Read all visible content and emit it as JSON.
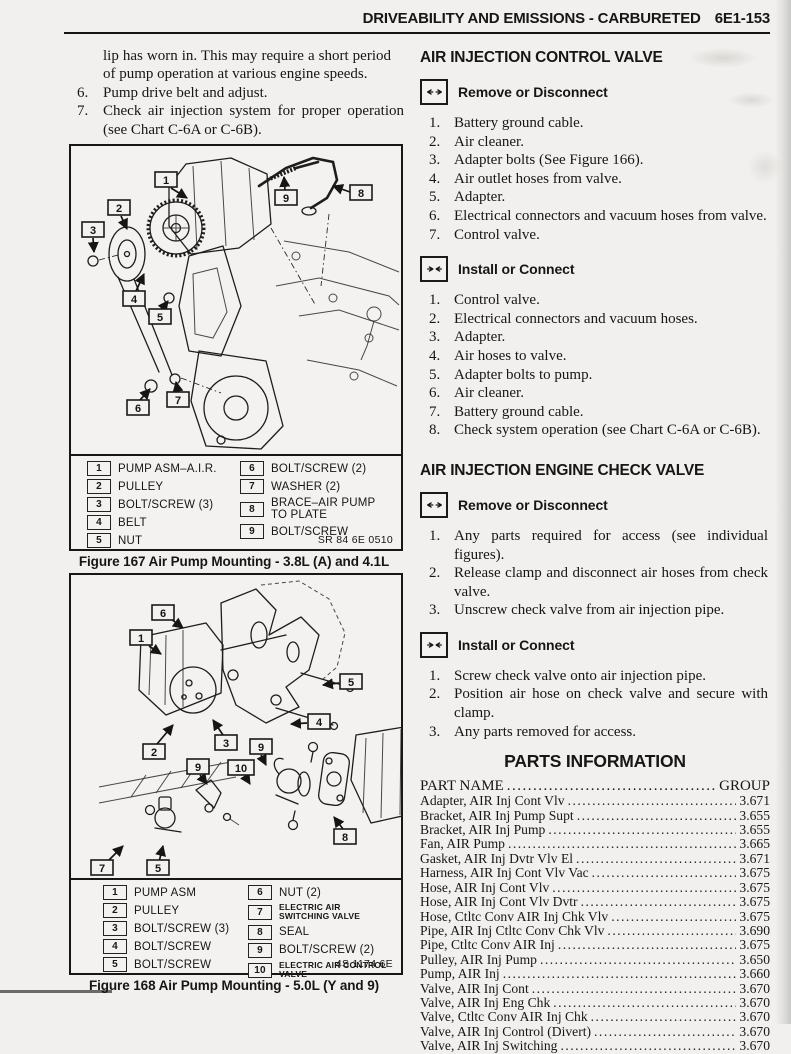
{
  "header": {
    "title": "DRIVEABILITY AND EMISSIONS - CARBURETED",
    "page_number": "6E1-153"
  },
  "left_column": {
    "intro": "lip has worn in. This may require a short period of pump operation at various engine speeds.",
    "steps": [
      {
        "num": "6.",
        "text": "Pump drive belt and adjust."
      },
      {
        "num": "7.",
        "text": "Check air injection system for proper operation (see Chart C-6A or C-6B)."
      }
    ]
  },
  "figure167": {
    "callout_boxes": [
      "1",
      "2",
      "3",
      "9",
      "8",
      "4",
      "5",
      "6",
      "7"
    ],
    "legend_left": [
      {
        "n": "1",
        "label": "PUMP ASM–A.I.R."
      },
      {
        "n": "2",
        "label": "PULLEY"
      },
      {
        "n": "3",
        "label": "BOLT/SCREW (3)"
      },
      {
        "n": "4",
        "label": "BELT"
      },
      {
        "n": "5",
        "label": "NUT"
      }
    ],
    "legend_right": [
      {
        "n": "6",
        "label": "BOLT/SCREW (2)"
      },
      {
        "n": "7",
        "label": "WASHER (2)"
      },
      {
        "n": "8",
        "label": "BRACE–AIR PUMP TO PLATE"
      },
      {
        "n": "9",
        "label": "BOLT/SCREW"
      }
    ],
    "ref_code": "SR 84 6E 0510",
    "caption": "Figure 167 Air Pump Mounting - 3.8L (A) and 4.1L"
  },
  "figure168": {
    "callout_boxes": [
      "6",
      "1",
      "5",
      "4",
      "2",
      "3",
      "9",
      "10",
      "9",
      "8",
      "7",
      "5"
    ],
    "legend_left": [
      {
        "n": "1",
        "label": "PUMP ASM"
      },
      {
        "n": "2",
        "label": "PULLEY"
      },
      {
        "n": "3",
        "label": "BOLT/SCREW (3)"
      },
      {
        "n": "4",
        "label": "BOLT/SCREW"
      },
      {
        "n": "5",
        "label": "BOLT/SCREW"
      }
    ],
    "legend_right": [
      {
        "n": "6",
        "label": "NUT (2)"
      },
      {
        "n": "7",
        "label": "ELECTRIC AIR SWITCHING VALVE",
        "small": true
      },
      {
        "n": "8",
        "label": "SEAL"
      },
      {
        "n": "9",
        "label": "BOLT/SCREW (2)"
      },
      {
        "n": "10",
        "label": "ELECTRIC AIR CONTROL VALVE",
        "small": true
      }
    ],
    "ref_code": "4S 1174 6E",
    "caption": "Figure 168 Air Pump Mounting - 5.0L (Y and 9)"
  },
  "right_column": {
    "sections": [
      {
        "title": "AIR INJECTION CONTROL VALVE",
        "remove_label": "Remove or Disconnect",
        "remove_steps": [
          "Battery ground cable.",
          "Air cleaner.",
          "Adapter bolts (See Figure 166).",
          "Air outlet hoses from valve.",
          "Adapter.",
          "Electrical connectors and vacuum hoses from valve.",
          "Control valve."
        ],
        "install_label": "Install or Connect",
        "install_steps": [
          "Control valve.",
          "Electrical connectors and vacuum hoses.",
          "Adapter.",
          "Air hoses to valve.",
          "Adapter bolts to pump.",
          "Air cleaner.",
          "Battery ground cable.",
          "Check system operation (see Chart C-6A or C-6B)."
        ]
      },
      {
        "title": "AIR INJECTION ENGINE CHECK VALVE",
        "remove_label": "Remove or Disconnect",
        "remove_steps": [
          "Any parts required for access (see individual figures).",
          "Release clamp and disconnect air hoses from check valve.",
          "Unscrew check valve from air injection pipe."
        ],
        "install_label": "Install or Connect",
        "install_steps": [
          "Screw check valve onto air injection pipe.",
          "Position air hose on check valve and secure with clamp.",
          "Any parts removed for access."
        ]
      }
    ],
    "parts": {
      "title": "PARTS INFORMATION",
      "header_name": "PART NAME",
      "header_group": "GROUP",
      "rows": [
        {
          "name": "Adapter, AIR Inj Cont Vlv",
          "group": "3.671"
        },
        {
          "name": "Bracket, AIR Inj Pump Supt",
          "group": "3.655"
        },
        {
          "name": "Bracket, AIR Inj Pump",
          "group": "3.655"
        },
        {
          "name": "Fan, AIR Pump",
          "group": "3.665"
        },
        {
          "name": "Gasket, AIR Inj Dvtr Vlv El",
          "group": "3.671"
        },
        {
          "name": "Harness, AIR Inj Cont Vlv Vac",
          "group": "3.675"
        },
        {
          "name": "Hose, AIR Inj Cont Vlv",
          "group": "3.675"
        },
        {
          "name": "Hose, AIR Inj Cont Vlv Dvtr",
          "group": "3.675"
        },
        {
          "name": "Hose, Ctltc Conv AIR Inj Chk Vlv",
          "group": "3.675"
        },
        {
          "name": "Pipe, AIR Inj Ctltc Conv Chk Vlv",
          "group": "3.690"
        },
        {
          "name": "Pipe, Ctltc Conv AIR Inj",
          "group": "3.675"
        },
        {
          "name": "Pulley, AIR Inj Pump",
          "group": "3.650"
        },
        {
          "name": "Pump, AIR Inj",
          "group": "3.660"
        },
        {
          "name": "Valve, AIR Inj Cont",
          "group": "3.670"
        },
        {
          "name": "Valve, AIR Inj Eng Chk",
          "group": "3.670"
        },
        {
          "name": "Valve, Ctltc Conv AIR Inj Chk",
          "group": "3.670"
        },
        {
          "name": "Valve, AIR Inj Control (Divert)",
          "group": "3.670"
        },
        {
          "name": "Valve, AIR Inj Switching",
          "group": "3.670"
        }
      ]
    }
  }
}
